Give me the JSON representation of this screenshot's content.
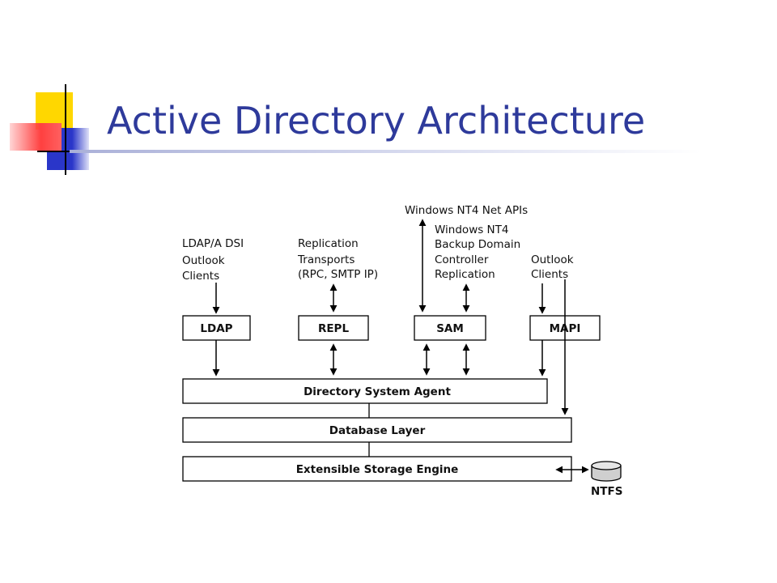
{
  "slide": {
    "title": "Active Directory Architecture"
  },
  "diagram": {
    "top_labels": {
      "ldap_clients": [
        "LDAP/A DSI",
        "Outlook",
        "Clients"
      ],
      "replication": [
        "Replication",
        "Transports",
        "(RPC, SMTP IP)"
      ],
      "net_apis": [
        "Windows NT4 Net APIs"
      ],
      "bdc": [
        "Windows NT4",
        "Backup Domain",
        "Controller",
        "Replication"
      ],
      "outlook_clients": [
        "Outlook",
        "Clients"
      ]
    },
    "interfaces": {
      "ldap": "LDAP",
      "repl": "REPL",
      "sam": "SAM",
      "mapi": "MAPI"
    },
    "layers": {
      "dsa": "Directory System Agent",
      "db": "Database Layer",
      "ese": "Extensible Storage Engine"
    },
    "storage": {
      "ntfs": "NTFS"
    }
  },
  "colors": {
    "title": "#2e3a9b",
    "deco_yellow": "#ffd700",
    "deco_blue": "#2a36c9",
    "deco_red": "#ff4a4a"
  }
}
